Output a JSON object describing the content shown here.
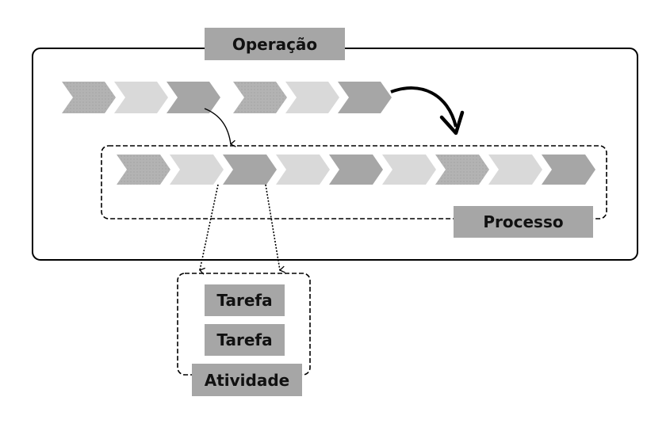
{
  "labels": {
    "operation": "Operação",
    "process": "Processo",
    "task_1": "Tarefa",
    "task_2": "Tarefa",
    "activity": "Atividade"
  },
  "colors": {
    "chevron_dotted": "#b3b3b3",
    "chevron_light": "#d9d9d9",
    "chevron_dark": "#a6a6a6",
    "label_fill": "#a6a6a6",
    "frame": "#000000"
  },
  "operation_row": {
    "chevrons": [
      "dotted",
      "light",
      "dark",
      "dotted",
      "light",
      "dark"
    ]
  },
  "process_row": {
    "chevrons": [
      "dotted",
      "light",
      "dark",
      "light",
      "dark",
      "light",
      "dotted",
      "light",
      "dark"
    ]
  }
}
